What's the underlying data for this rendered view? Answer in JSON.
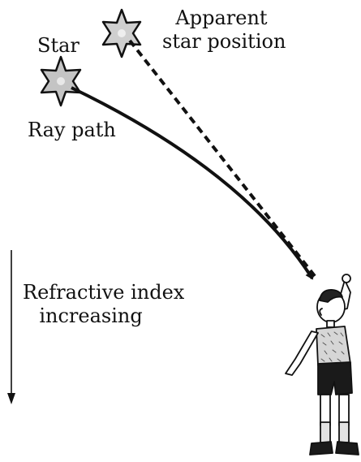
{
  "labels": {
    "star": "Star",
    "apparent_line1": "Apparent",
    "apparent_line2": "star position",
    "ray_path": "Ray path",
    "refractive_line1": "Refractive index",
    "refractive_line2": "increasing"
  },
  "colors": {
    "ink": "#111111",
    "star_fill": "#c8c8c8",
    "shorts": "#1a1a1a"
  },
  "icons": {
    "real_star": "six-pointed-star-icon",
    "apparent_star": "six-pointed-star-icon",
    "observer": "boy-looking-up-pointing"
  }
}
